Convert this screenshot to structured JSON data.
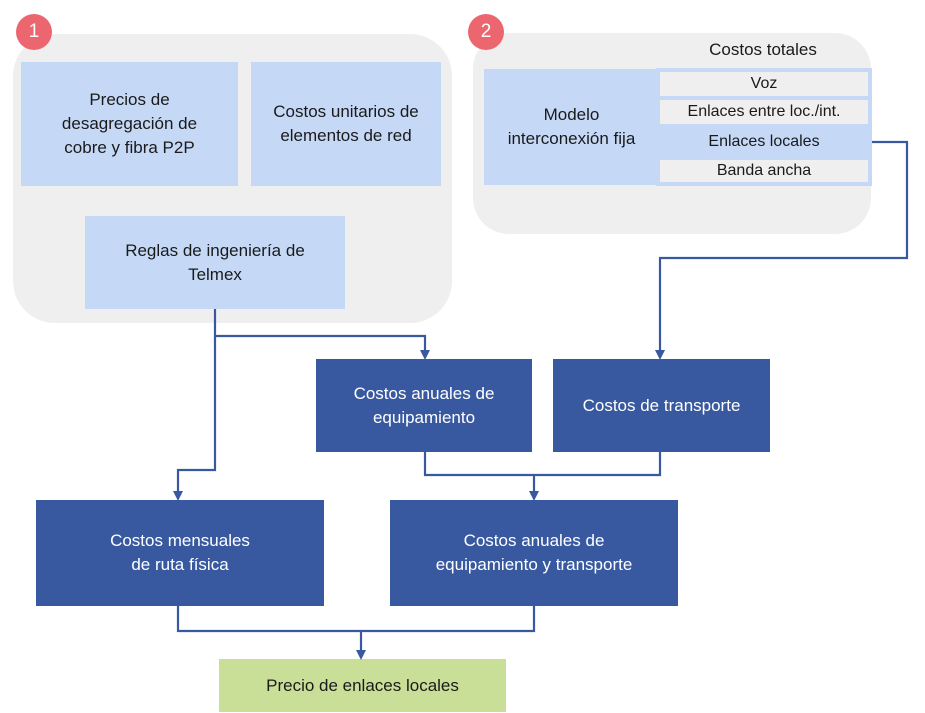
{
  "groups": {
    "one": {
      "badge": "1",
      "price_box": [
        "Precios de",
        "desagregación de",
        "cobre y fibra P2P"
      ],
      "unit_costs_box": [
        "Costos unitarios de",
        "elementos de red"
      ],
      "rules_box": [
        "Reglas de ingeniería de",
        "Telmex"
      ]
    },
    "two": {
      "badge": "2",
      "total_costs_title": "Costos totales",
      "model_box": [
        "Modelo",
        "interconexión fija"
      ],
      "services": [
        "Voz",
        "Enlaces entre loc./int.",
        "Enlaces locales",
        "Banda ancha"
      ]
    }
  },
  "flow": {
    "equipment_annual": [
      "Costos anuales de",
      "equipamiento"
    ],
    "transport": "Costos de transporte",
    "route_monthly": [
      "Costos mensuales",
      "de ruta física"
    ],
    "equipment_transport_annual": [
      "Costos anuales de",
      "equipamiento y transporte"
    ],
    "result": "Precio de enlaces locales"
  },
  "colors": {
    "group_bg": "#efefef",
    "light_box": "#c5d9f7",
    "dark_box": "#3859a0",
    "result_box": "#c9df97",
    "badge": "#ec6670",
    "connector": "#3859a0"
  }
}
